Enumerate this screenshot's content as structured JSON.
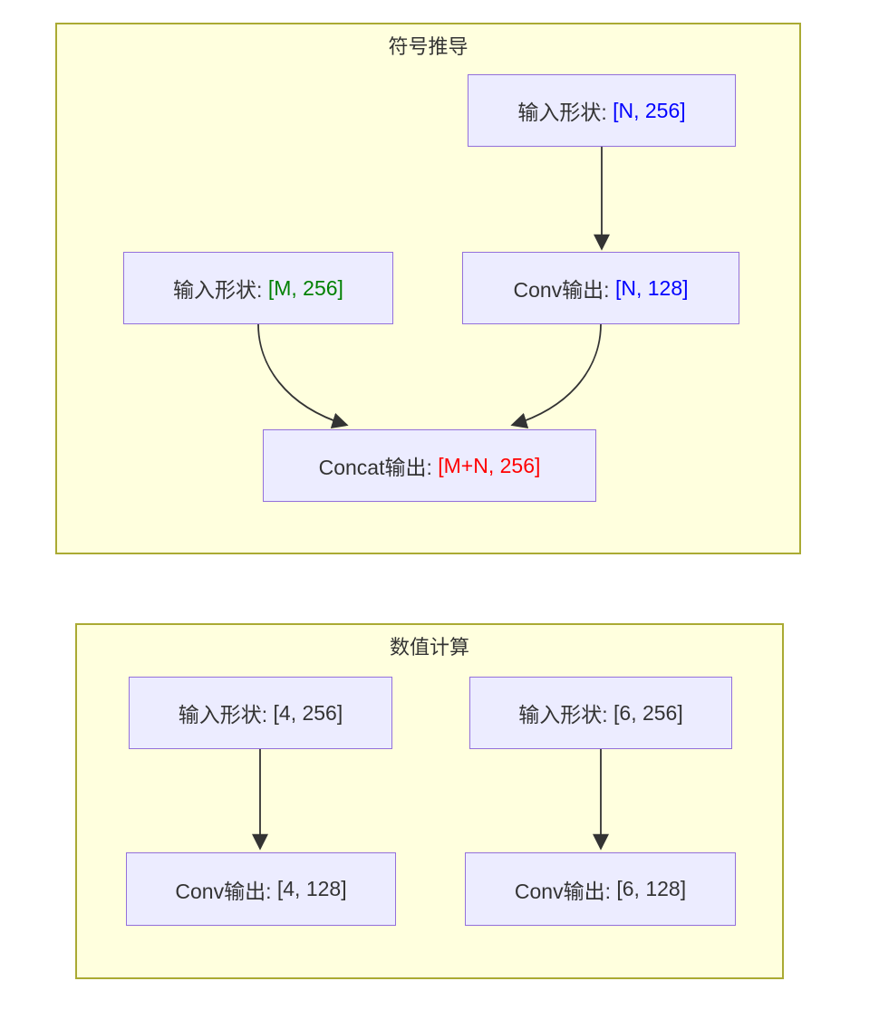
{
  "diagram": {
    "type": "flowchart",
    "colors": {
      "cluster_fill": "#ffffde",
      "cluster_border": "#aaaa33",
      "node_fill": "#ececff",
      "node_border": "#9370db",
      "text": "#333333",
      "edge": "#333333",
      "shape_blue": "#0000ff",
      "shape_green": "#008000",
      "shape_red": "#ff0000"
    },
    "clusters": [
      {
        "title": "符号推导",
        "nodes": [
          {
            "id": "input_n",
            "label": "输入形状: ",
            "shape": "[N, 256]",
            "shape_color": "#0000ff"
          },
          {
            "id": "input_m",
            "label": "输入形状: ",
            "shape": "[M, 256]",
            "shape_color": "#008000"
          },
          {
            "id": "conv_n",
            "label": "Conv输出: ",
            "shape": "[N, 128]",
            "shape_color": "#0000ff"
          },
          {
            "id": "concat",
            "label": "Concat输出: ",
            "shape": "[M+N, 256]",
            "shape_color": "#ff0000"
          }
        ],
        "edges": [
          {
            "from": "input_n",
            "to": "conv_n"
          },
          {
            "from": "input_m",
            "to": "concat"
          },
          {
            "from": "conv_n",
            "to": "concat"
          }
        ]
      },
      {
        "title": "数值计算",
        "nodes": [
          {
            "id": "input_4",
            "label": "输入形状: ",
            "shape": "[4, 256]",
            "shape_color": "#333333"
          },
          {
            "id": "input_6",
            "label": "输入形状: ",
            "shape": "[6, 256]",
            "shape_color": "#333333"
          },
          {
            "id": "conv_4",
            "label": "Conv输出: ",
            "shape": "[4, 128]",
            "shape_color": "#333333"
          },
          {
            "id": "conv_6",
            "label": "Conv输出: ",
            "shape": "[6, 128]",
            "shape_color": "#333333"
          }
        ],
        "edges": [
          {
            "from": "input_4",
            "to": "conv_4"
          },
          {
            "from": "input_6",
            "to": "conv_6"
          }
        ]
      }
    ]
  }
}
